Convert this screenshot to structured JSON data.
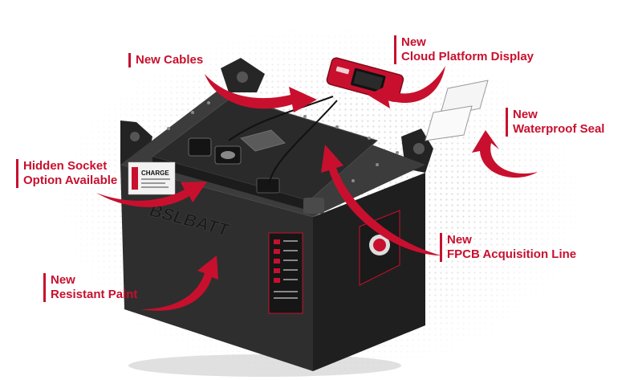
{
  "colors": {
    "accent": "#c8102e",
    "battery": "#2b2b2b",
    "battery_top": "#3a3a3a"
  },
  "brand": {
    "logo_text": "BSLBATT"
  },
  "charge_label": "CHARGE",
  "callouts": {
    "cables": {
      "lines": [
        "New Cables"
      ]
    },
    "cloud": {
      "lines": [
        "New",
        "Cloud Platform Display"
      ]
    },
    "seal": {
      "lines": [
        "New",
        "Waterproof Seal"
      ]
    },
    "socket": {
      "lines": [
        "Hidden Socket",
        "Option Available"
      ]
    },
    "fpcb": {
      "lines": [
        "New",
        "FPCB Acquisition Line"
      ]
    },
    "paint": {
      "lines": [
        "New",
        "Resistant Paint"
      ]
    }
  }
}
